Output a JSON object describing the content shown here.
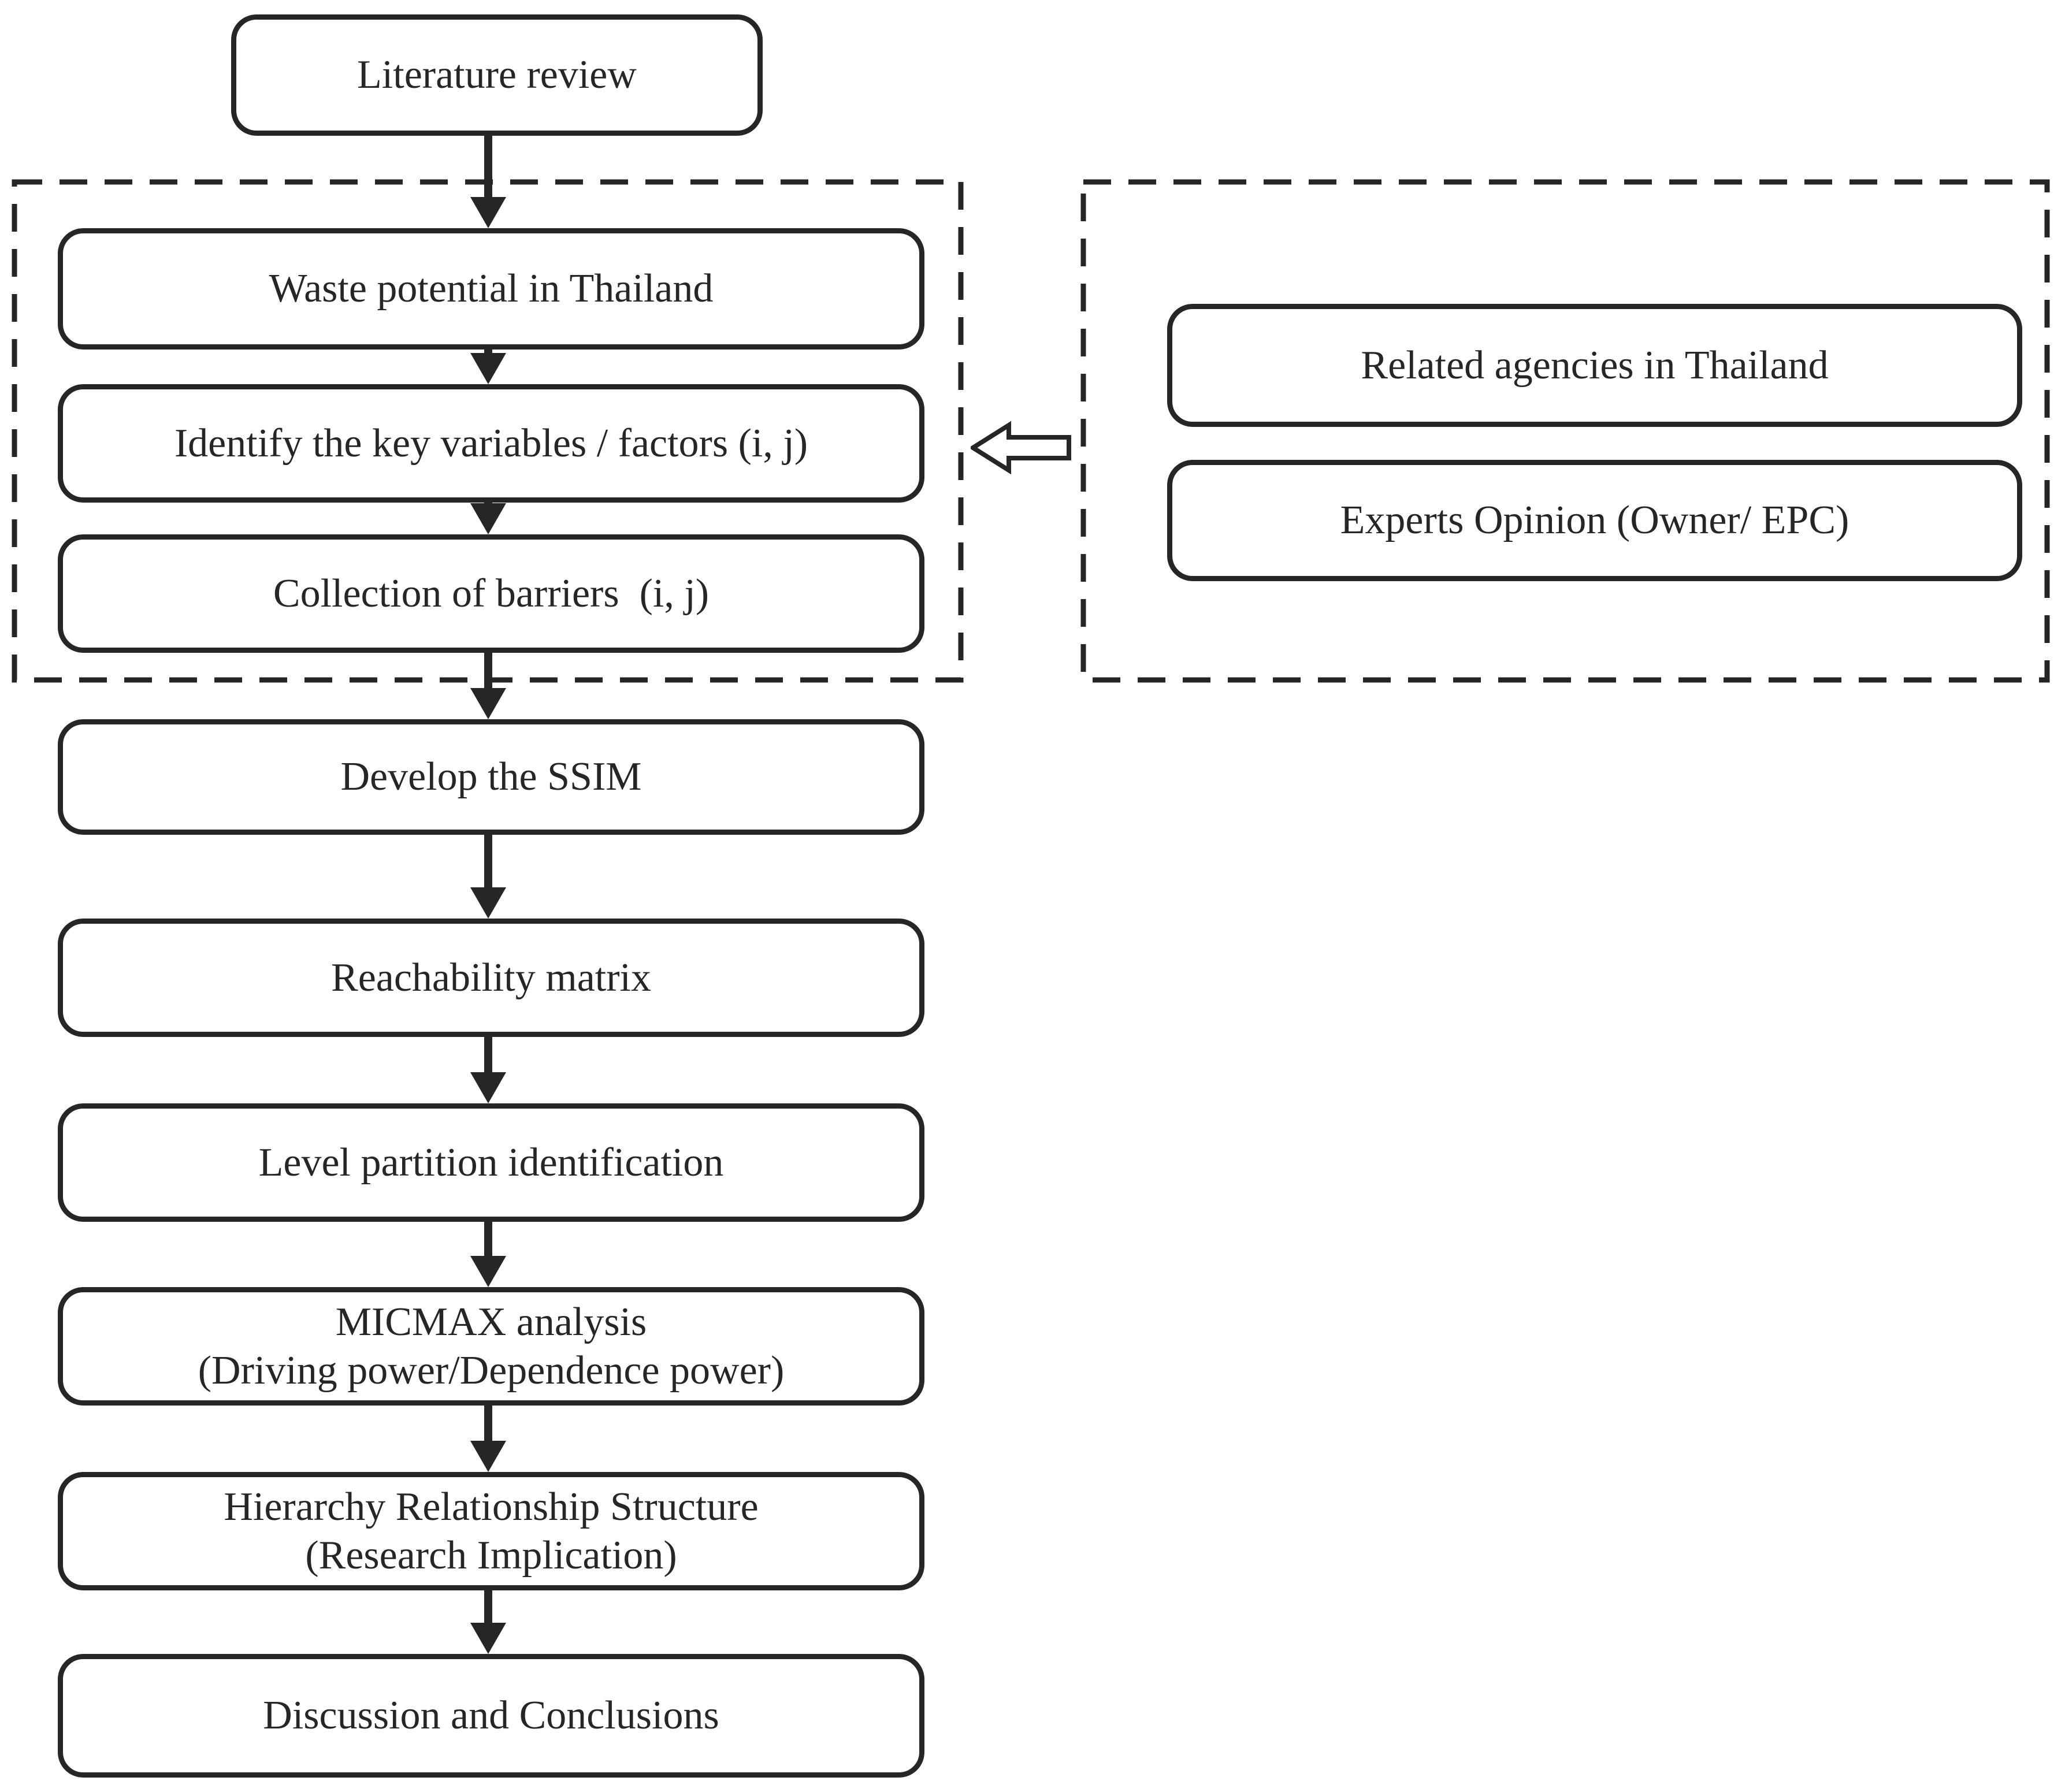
{
  "flow_boxes": [
    {
      "id": "literature-review",
      "label": "Literature review"
    },
    {
      "id": "waste-potential",
      "label": "Waste potential in Thailand"
    },
    {
      "id": "identify-variables",
      "label": "Identify the key variables / factors (i, j)"
    },
    {
      "id": "collection-barriers",
      "label": "Collection of barriers  (i, j)"
    },
    {
      "id": "develop-ssim",
      "label": "Develop the SSIM"
    },
    {
      "id": "reachability-matrix",
      "label": "Reachability matrix"
    },
    {
      "id": "level-partition",
      "label": "Level partition identification"
    },
    {
      "id": "micmax-analysis",
      "label": "MICMAX analysis",
      "label2": "(Driving power/Dependence power)"
    },
    {
      "id": "hierarchy-structure",
      "label": "Hierarchy Relationship Structure",
      "label2": "(Research Implication)"
    },
    {
      "id": "discussion-conclusions",
      "label": "Discussion and Conclusions"
    }
  ],
  "side_boxes": [
    {
      "id": "related-agencies",
      "label": "Related agencies in Thailand"
    },
    {
      "id": "experts-opinion",
      "label": "Experts Opinion (Owner/ EPC)"
    }
  ],
  "icons": {
    "down_arrow": "solid-down-arrow-icon",
    "left_block_arrow": "hollow-left-block-arrow-icon"
  },
  "colors": {
    "line": "#262626",
    "background": "#ffffff",
    "text": "#262626"
  }
}
